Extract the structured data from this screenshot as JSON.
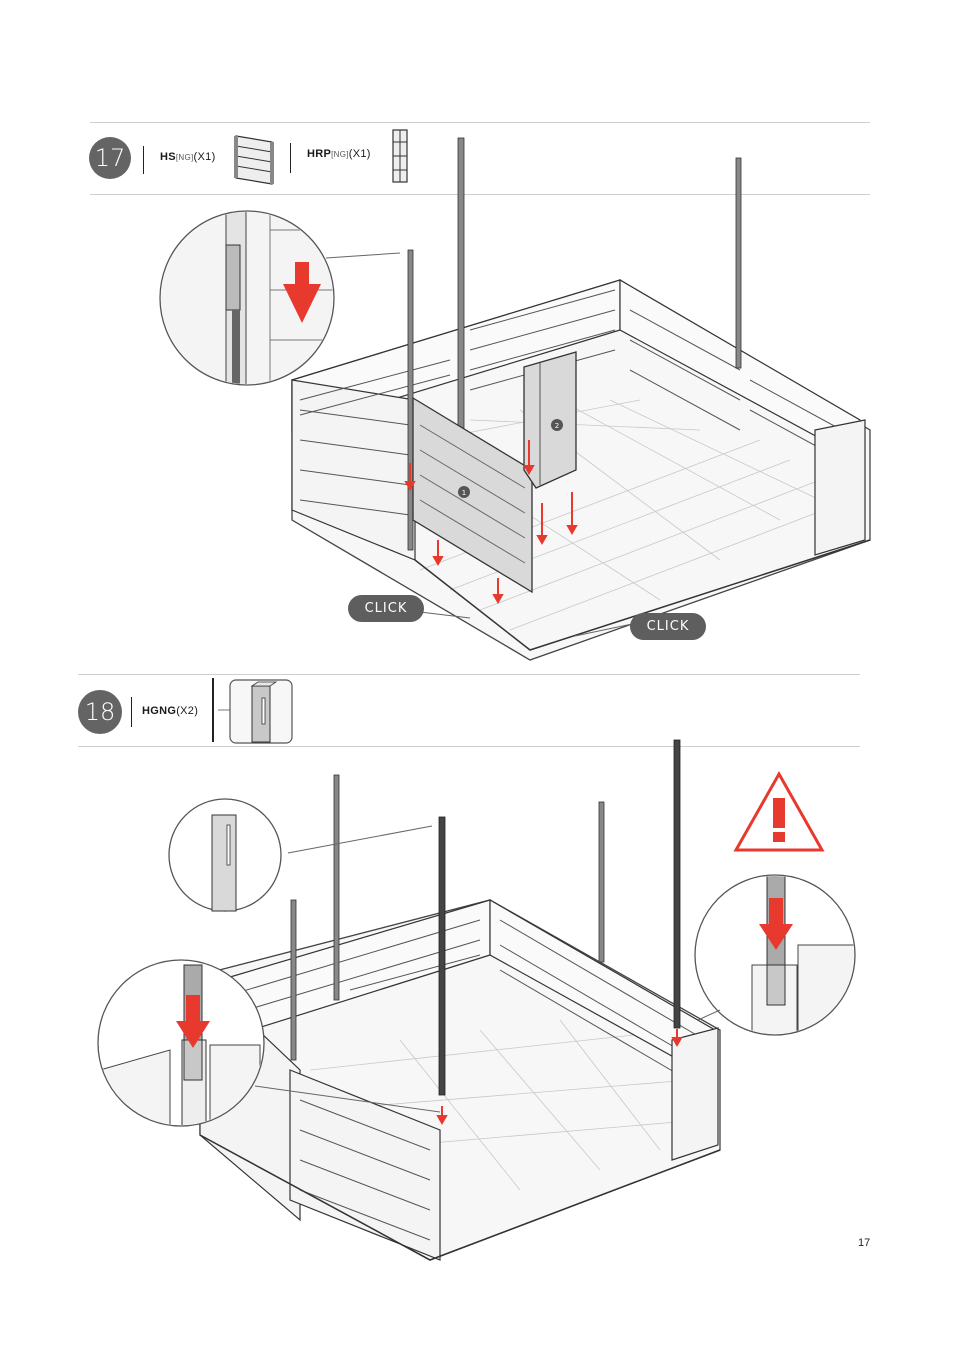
{
  "step17": {
    "number": "17",
    "part1": {
      "code": "HS",
      "variant": "[NG]",
      "qty": "(X1)"
    },
    "part2": {
      "code": "HRP",
      "variant": "[NG]",
      "qty": "(X1)"
    },
    "click_left": "CLICK",
    "click_right": "CLICK",
    "panel_markers": [
      "1",
      "2"
    ]
  },
  "step18": {
    "number": "18",
    "part": {
      "code": "HGNG",
      "qty": "(X2)"
    }
  },
  "warning_icon": "warning-triangle-exclamation",
  "accent_color": "#e8392f",
  "page_number": "17"
}
